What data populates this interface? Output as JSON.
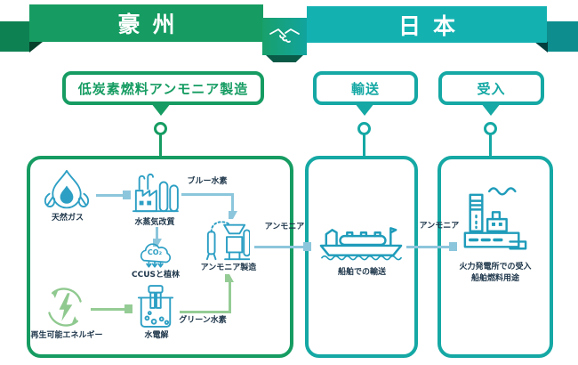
{
  "header": {
    "australia_label": "豪州",
    "japan_label": "日本",
    "handshake_icon": "handshake-icon"
  },
  "stages": {
    "production": "低炭素燃料アンモニア製造",
    "transport": "輸送",
    "receiving": "受入"
  },
  "production_flow": {
    "natural_gas": "天然ガス",
    "steam_reforming": "水蒸気改質",
    "blue_hydrogen": "ブルー水素",
    "co2": "CO₂",
    "ccus": "CCUSと植林",
    "ammonia_production": "アンモニア製造",
    "renewable_energy": "再生可能エネルギー",
    "water_electrolysis": "水電解",
    "green_hydrogen": "グリーン水素"
  },
  "shipping": {
    "ammonia_label_1": "アンモニア",
    "ship_transport": "船舶での輸送",
    "ammonia_label_2": "アンモニア"
  },
  "receiving": {
    "line1": "火力発電所での受入",
    "line2": "船舶燃料用途"
  },
  "colors": {
    "green": "#169c62",
    "green_fold": "#0e8152",
    "teal": "#14b1b1",
    "teal_panel": "#15a8a4",
    "icon_blue": "#2d9fc4",
    "arrow_blue": "#8cc6dc",
    "icon_green": "#8fc98f",
    "ship_teal": "#1f9cba",
    "label_dark": "#20384c"
  }
}
